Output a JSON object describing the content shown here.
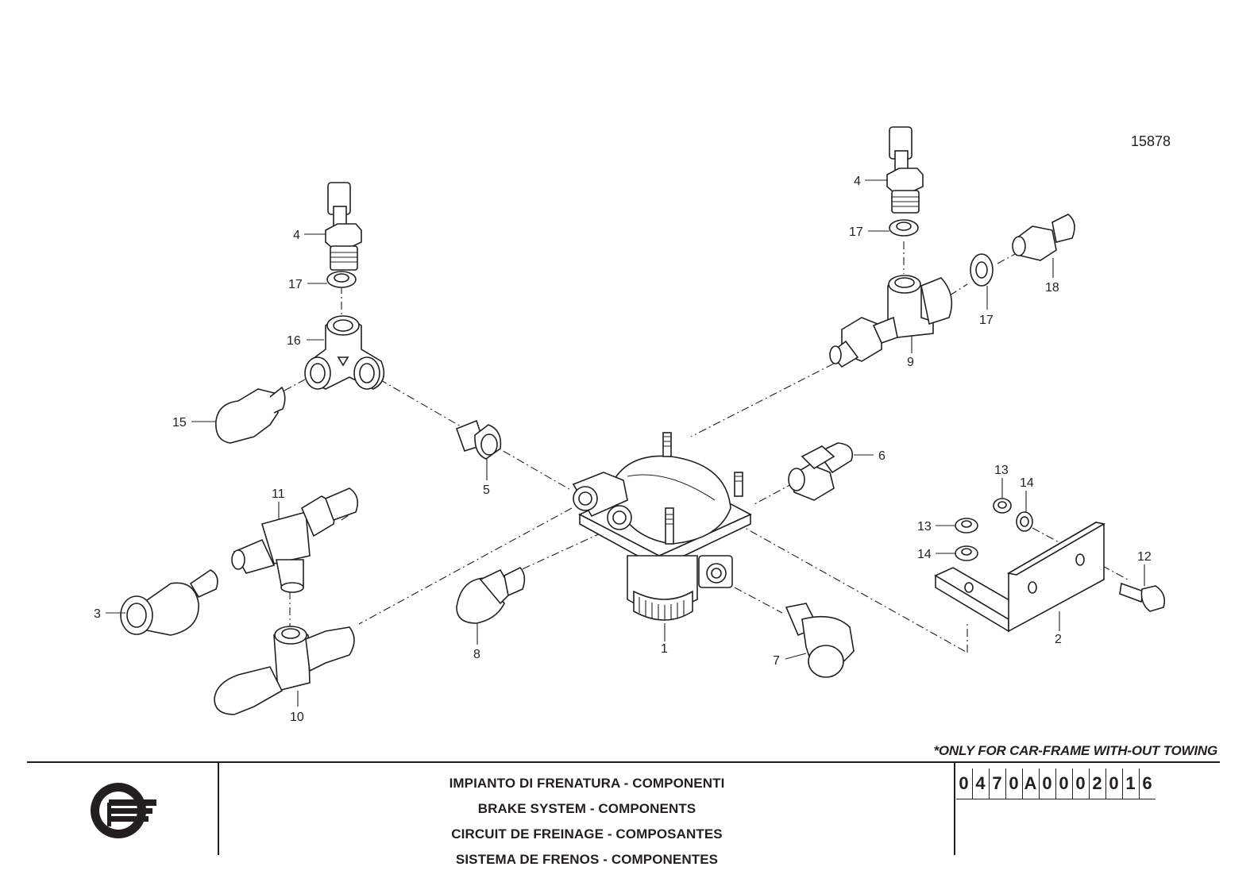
{
  "drawing_number": "15878",
  "note": "*ONLY FOR CAR-FRAME WITH-OUT TOWING",
  "titles": {
    "it": "IMPIANTO DI FRENATURA - COMPONENTI",
    "en": "BRAKE SYSTEM - COMPONENTS",
    "fr": "CIRCUIT DE FREINAGE - COMPOSANTES",
    "es": "SISTEMA DE FRENOS - COMPONENTES"
  },
  "code_chars": [
    "0",
    "4",
    "7",
    "0",
    "A",
    "0",
    "0",
    "0",
    "2",
    "0",
    "1",
    "6"
  ],
  "callouts": [
    "1",
    "2",
    "3",
    "4",
    "4",
    "5",
    "6",
    "7",
    "8",
    "9",
    "10",
    "11",
    "12",
    "13",
    "13",
    "14",
    "14",
    "15",
    "16",
    "17",
    "17",
    "17",
    "18"
  ],
  "logo": "manufacturer-logo"
}
